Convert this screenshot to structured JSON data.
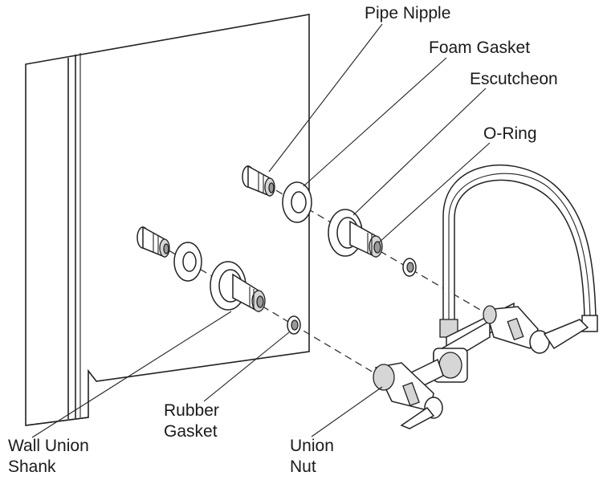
{
  "labels": {
    "pipe_nipple": "Pipe Nipple",
    "foam_gasket": "Foam Gasket",
    "escutcheon": "Escutcheon",
    "o_ring": "O-Ring",
    "rubber_gasket_line1": "Rubber",
    "rubber_gasket_line2": "Gasket",
    "wall_union_line1": "Wall Union",
    "wall_union_line2": "Shank",
    "union_nut_line1": "Union",
    "union_nut_line2": "Nut"
  }
}
